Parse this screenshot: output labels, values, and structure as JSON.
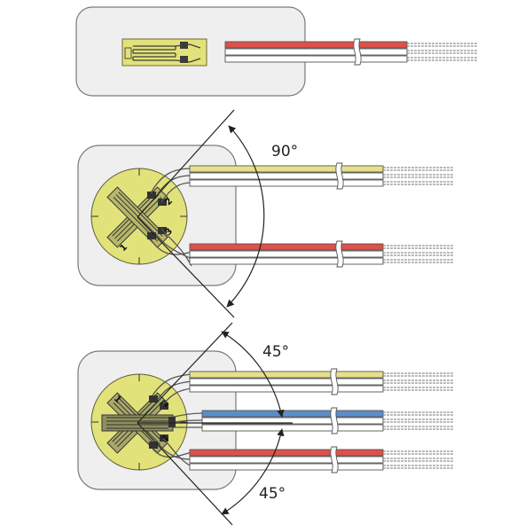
{
  "colors": {
    "carrier_fill": "#efefef",
    "carrier_stroke": "#7a7a7a",
    "gauge_yellow": "#e2e27a",
    "wire_yellow": "#e7e08a",
    "wire_red": "#e0504a",
    "wire_blue": "#5a8ec9",
    "wire_outline": "#555555",
    "conductor": "#777777",
    "arc": "#222222"
  },
  "diagrams": [
    {
      "id": "single-gauge",
      "wires": [
        "red"
      ]
    },
    {
      "id": "rosette-90",
      "angle_label": "90°",
      "grid_labels": [
        "1",
        "2",
        "3"
      ],
      "wires": [
        "yellow",
        "red"
      ]
    },
    {
      "id": "rosette-45",
      "angle_top_label": "45°",
      "angle_bottom_label": "45°",
      "grid_labels": [
        "1",
        "2",
        "3"
      ],
      "wires": [
        "yellow",
        "blue",
        "red"
      ]
    }
  ]
}
